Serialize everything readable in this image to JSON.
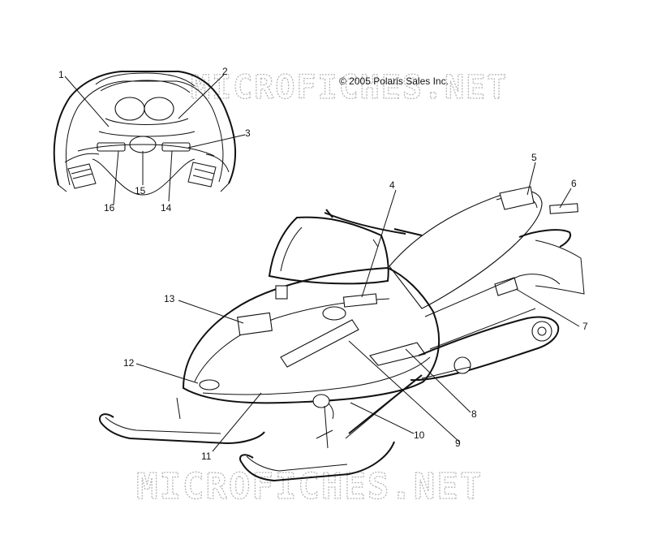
{
  "copyright": "© 2005 Polaris Sales Inc.",
  "watermark_top": "MICROFICHES.NET",
  "watermark_bottom": "MICROFICHES.NET",
  "callouts": {
    "c1": "1",
    "c2": "2",
    "c3": "3",
    "c4": "4",
    "c5": "5",
    "c6": "6",
    "c7": "7",
    "c8": "8",
    "c9": "9",
    "c10": "10",
    "c11": "11",
    "c12": "12",
    "c13": "13",
    "c14": "14",
    "c15": "15",
    "c16": "16"
  }
}
